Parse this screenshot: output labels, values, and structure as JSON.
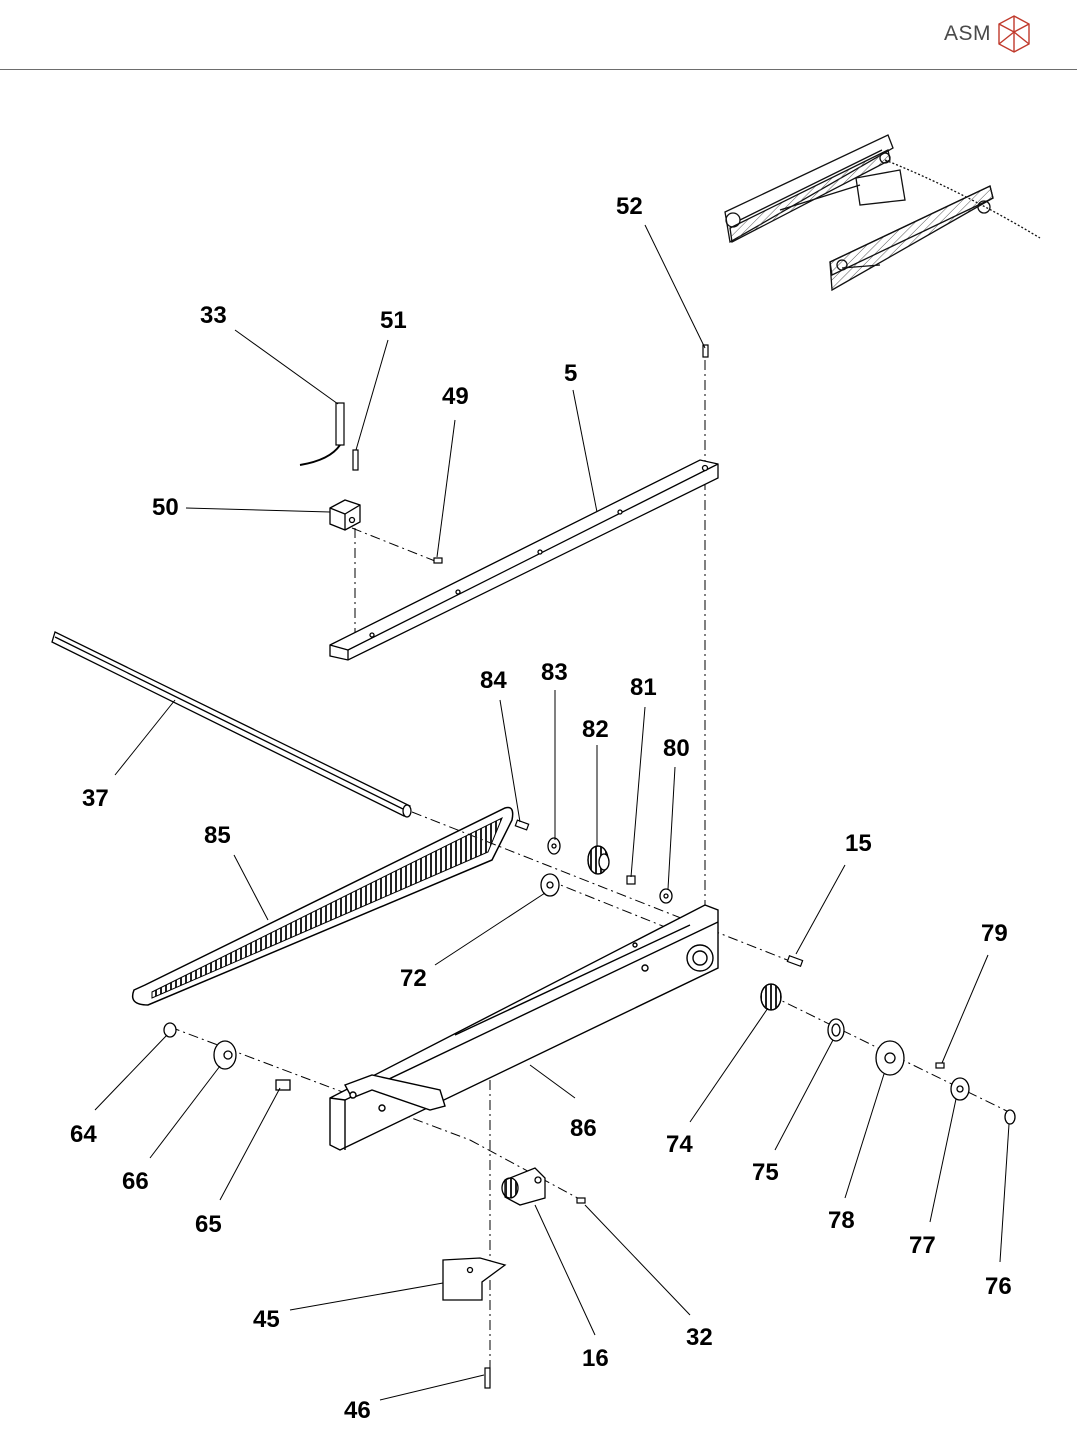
{
  "header": {
    "brand": "ASM",
    "logo_icon": "asm-cube-logo-icon",
    "accent": "#c0392b"
  },
  "callouts": {
    "c5": "5",
    "c15": "15",
    "c16": "16",
    "c32": "32",
    "c33": "33",
    "c37": "37",
    "c45": "45",
    "c46": "46",
    "c49": "49",
    "c50": "50",
    "c51": "51",
    "c52": "52",
    "c64": "64",
    "c65": "65",
    "c66": "66",
    "c72": "72",
    "c74": "74",
    "c75": "75",
    "c76": "76",
    "c77": "77",
    "c78": "78",
    "c79": "79",
    "c80": "80",
    "c81": "81",
    "c82": "82",
    "c83": "83",
    "c84": "84",
    "c85": "85",
    "c86": "86"
  }
}
